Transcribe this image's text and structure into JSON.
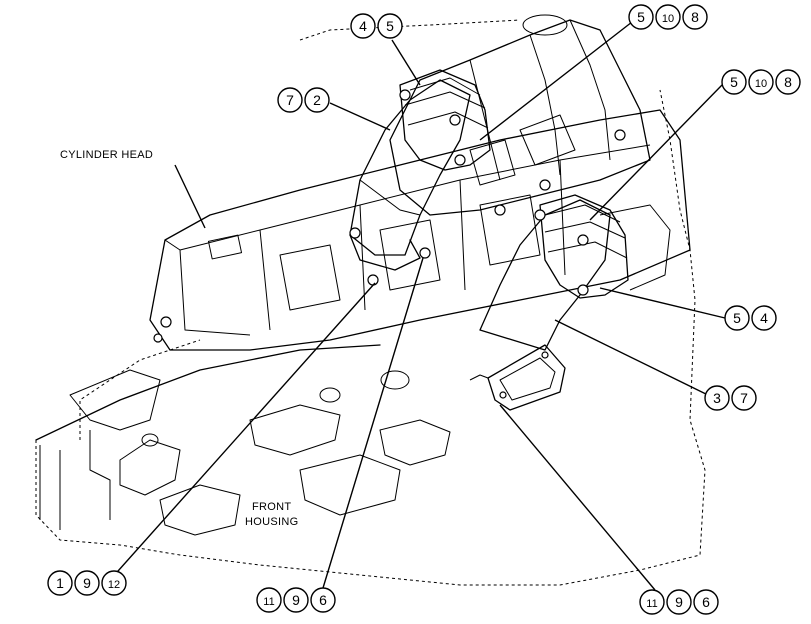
{
  "labels": {
    "cylinder_head": "CYLINDER HEAD",
    "front_housing_line1": "FRONT",
    "front_housing_line2": "HOUSING"
  },
  "callouts": {
    "top_left": [
      "4",
      "5"
    ],
    "top_right_1": [
      "5",
      "10",
      "8"
    ],
    "top_right_2": [
      "5",
      "10",
      "8"
    ],
    "left_elbow": [
      "7",
      "2"
    ],
    "right_54": [
      "5",
      "4"
    ],
    "right_37": [
      "3",
      "7"
    ],
    "bottom_left": [
      "1",
      "9",
      "12"
    ],
    "bottom_mid": [
      "11",
      "9",
      "6"
    ],
    "bottom_right": [
      "11",
      "9",
      "6"
    ]
  }
}
